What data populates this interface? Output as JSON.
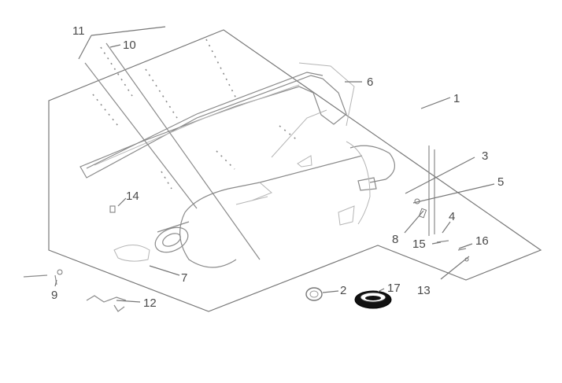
{
  "diagram": {
    "callouts": [
      {
        "id": "c1",
        "label": "1"
      },
      {
        "id": "c2",
        "label": "2"
      },
      {
        "id": "c3",
        "label": "3"
      },
      {
        "id": "c4",
        "label": "4"
      },
      {
        "id": "c5",
        "label": "5"
      },
      {
        "id": "c6",
        "label": "6"
      },
      {
        "id": "c7",
        "label": "7"
      },
      {
        "id": "c8",
        "label": "8"
      },
      {
        "id": "c9",
        "label": "9"
      },
      {
        "id": "c10",
        "label": "10"
      },
      {
        "id": "c11",
        "label": "11"
      },
      {
        "id": "c12",
        "label": "12"
      },
      {
        "id": "c13",
        "label": "13"
      },
      {
        "id": "c14",
        "label": "14"
      },
      {
        "id": "c15",
        "label": "15"
      },
      {
        "id": "c16",
        "label": "16"
      },
      {
        "id": "c17",
        "label": "17"
      }
    ],
    "colors": {
      "line": "#777777",
      "highlight_ring": "#111111"
    }
  }
}
